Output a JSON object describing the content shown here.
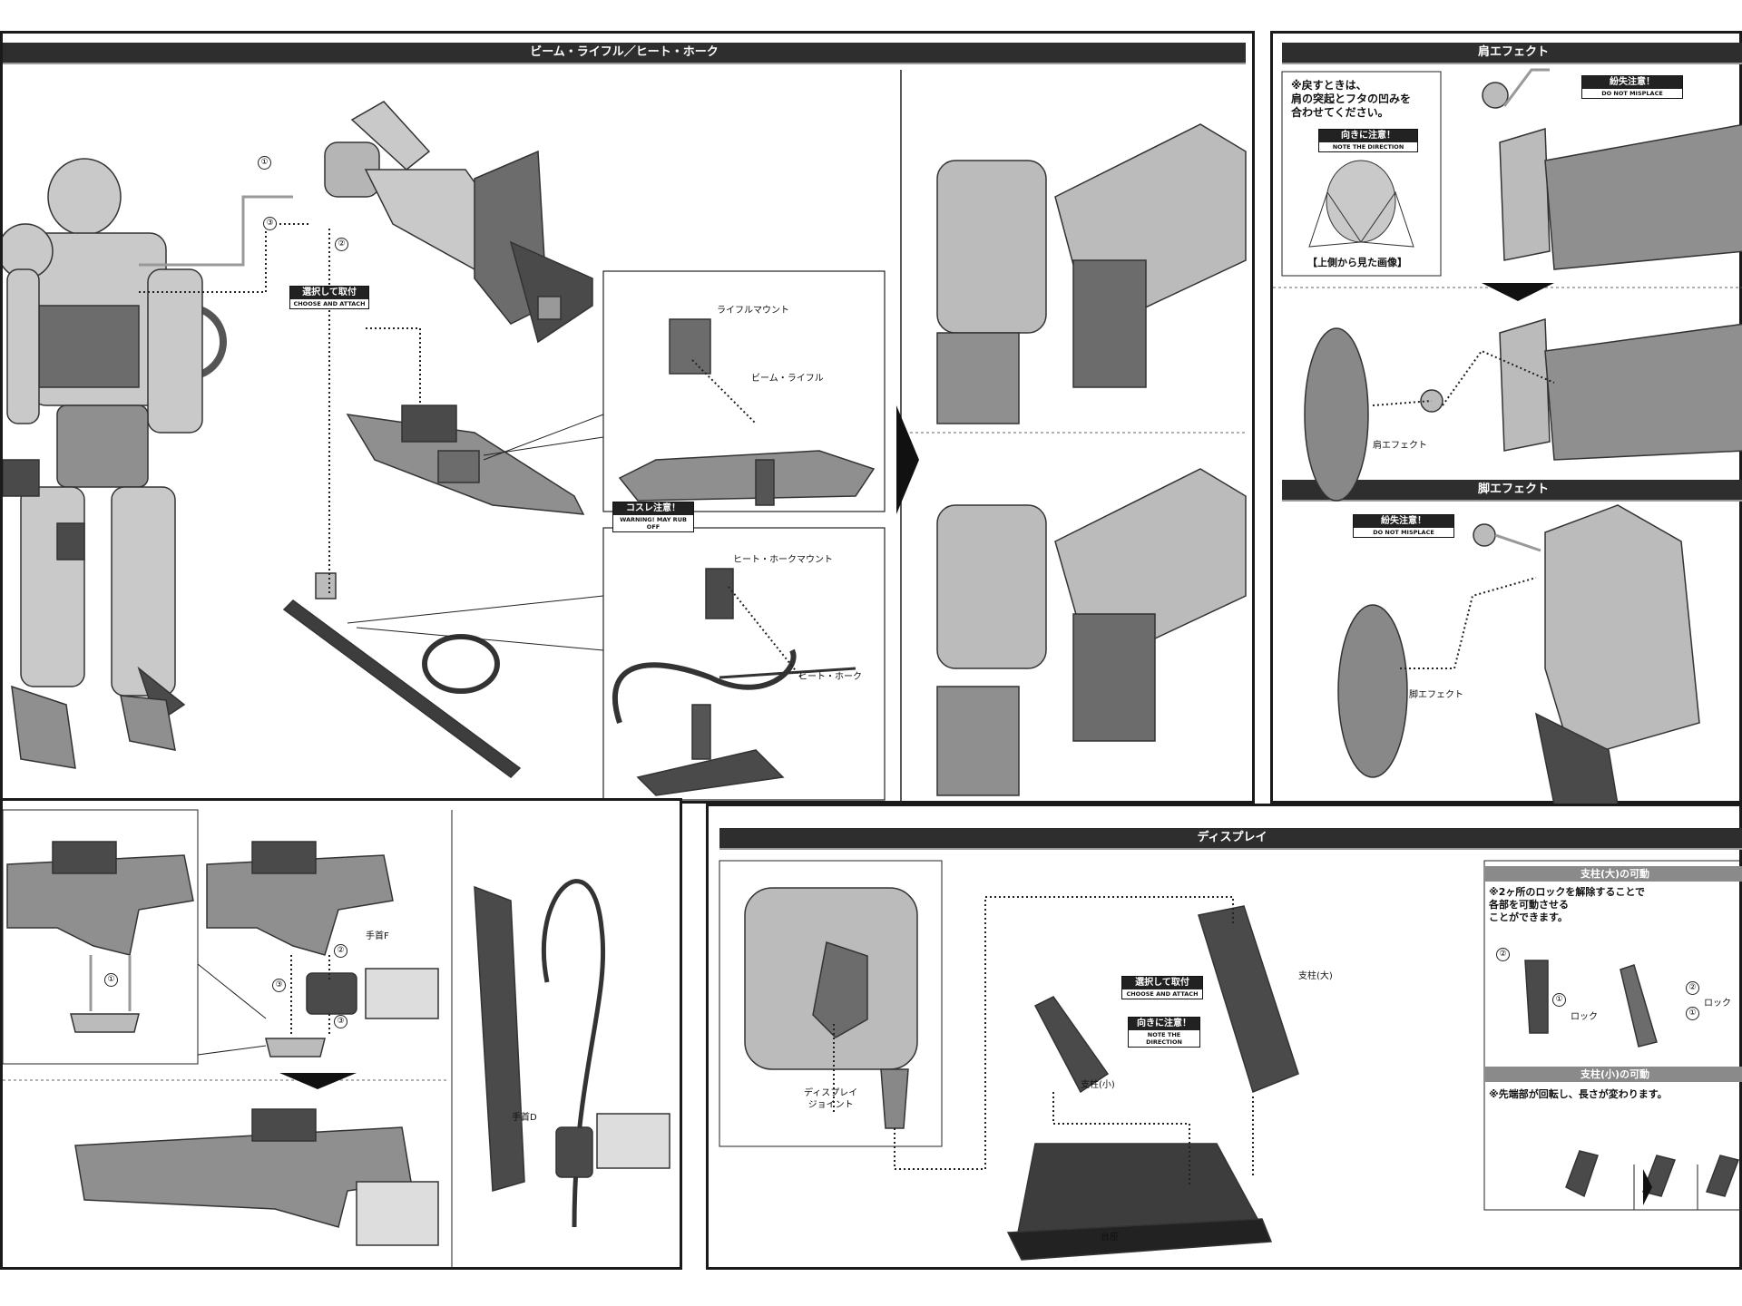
{
  "sections": {
    "weapons": {
      "title": "ビーム・ライフル／ヒート・ホーク",
      "tag_choose": {
        "ja": "選択して取付",
        "en": "CHOOSE AND ATTACH"
      },
      "tag_warning": {
        "ja": "コスレ注意！",
        "en": "WARNING! MAY RUB OFF"
      },
      "labels": {
        "rifle_mount": "ライフルマウント",
        "beam_rifle": "ビーム・ライフル",
        "hawk_mount": "ヒート・ホークマウント",
        "heat_hawk": "ヒート・ホーク"
      },
      "steps": [
        "①",
        "②",
        "③"
      ]
    },
    "shoulder": {
      "title": "肩エフェクト",
      "note": "※戻すときは、\n肩の突起とフタの凹みを\n合わせてください。",
      "tag_direction": {
        "ja": "向きに注意！",
        "en": "NOTE THE DIRECTION"
      },
      "caption": "【上側から見た画像】",
      "tag_misplace": {
        "ja": "紛失注意！",
        "en": "DO NOT MISPLACE"
      },
      "label": "肩エフェクト"
    },
    "leg": {
      "title": "脚エフェクト",
      "tag_misplace": {
        "ja": "紛失注意！",
        "en": "DO NOT MISPLACE"
      },
      "label": "脚エフェクト"
    },
    "hands": {
      "label_f": "手首F",
      "label_d": "手首D",
      "steps": [
        "①",
        "②",
        "③"
      ]
    },
    "display": {
      "title": "ディスプレイ",
      "joint_label": "ディスプレイ\nジョイント",
      "tag_choose": {
        "ja": "選択して取付",
        "en": "CHOOSE AND ATTACH"
      },
      "tag_direction": {
        "ja": "向きに注意！",
        "en": "NOTE THE DIRECTION"
      },
      "pillar_large": "支柱(大)",
      "pillar_small": "支柱(小)",
      "base": "台座",
      "large_box": {
        "title": "支柱(大)の可動",
        "note": "※2ヶ所のロックを解除することで\n各部を可動させる\nことができます。",
        "lock": "ロック",
        "steps": [
          "①",
          "②"
        ]
      },
      "small_box": {
        "title": "支柱(小)の可動",
        "note": "※先端部が回転し、長さが変わります。"
      }
    }
  },
  "colors": {
    "ink": "#1a1a1a",
    "bar": "#2e2e2e",
    "part_light": "#c9c9c9",
    "part_mid": "#8f8f8f",
    "part_dark": "#4a4a4a"
  }
}
